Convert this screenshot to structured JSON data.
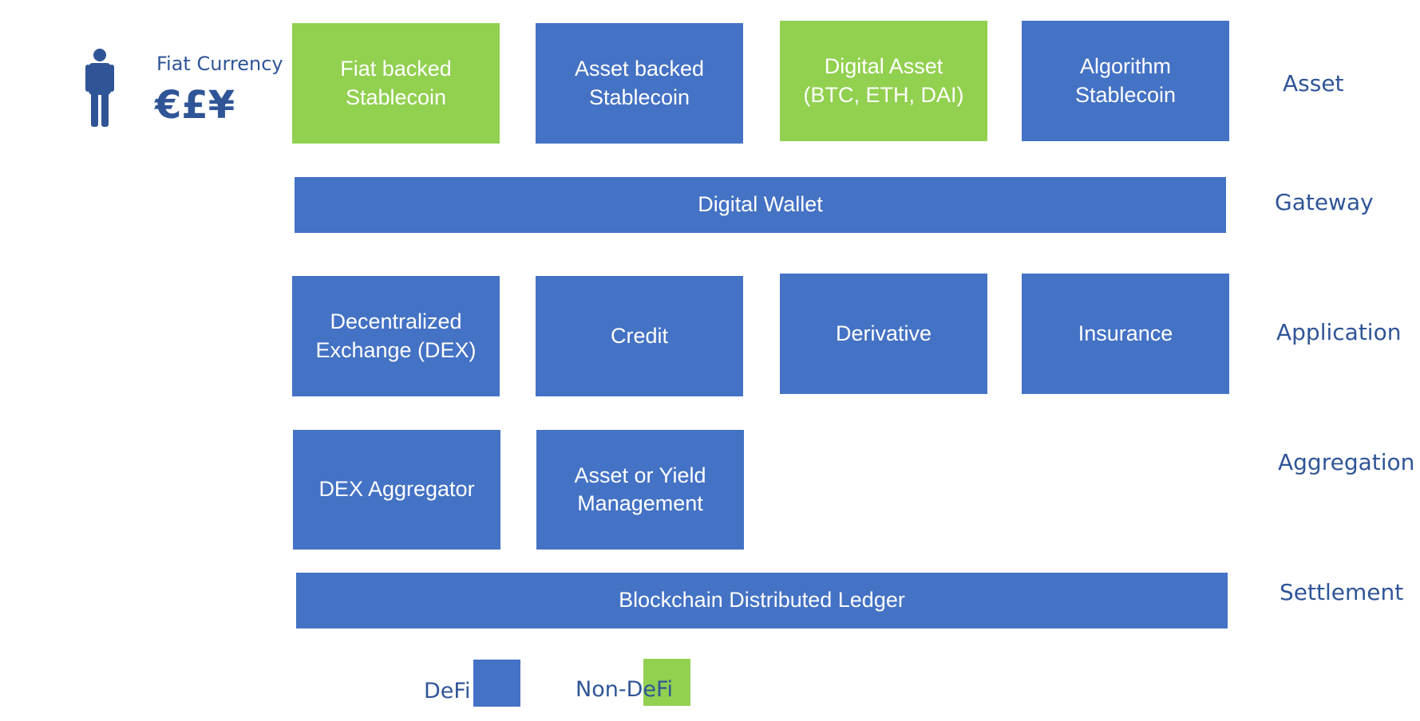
{
  "fiat": {
    "label": "Fiat Currency",
    "symbols": "€£¥",
    "icon": "person-icon"
  },
  "boxes": {
    "fiat_backed": "Fiat backed\nStablecoin",
    "asset_backed": "Asset backed\nStablecoin",
    "digital_asset": "Digital Asset\n(BTC, ETH, DAI)",
    "algorithm": "Algorithm\nStablecoin",
    "wallet": "Digital Wallet",
    "dex": "Decentralized\nExchange (DEX)",
    "credit": "Credit",
    "derivative": "Derivative",
    "insurance": "Insurance",
    "dex_aggregator": "DEX Aggregator",
    "asset_yield": "Asset or Yield\nManagement",
    "ledger": "Blockchain Distributed Ledger"
  },
  "layers": {
    "asset": "Asset",
    "gateway": "Gateway",
    "application": "Application",
    "aggregation": "Aggregation",
    "settlement": "Settlement"
  },
  "legend": {
    "defi": "DeFi",
    "non_defi": "Non-DeFi"
  },
  "colors": {
    "defi": "#4472c4",
    "non_defi": "#92d050",
    "label_text": "#2f5597"
  }
}
